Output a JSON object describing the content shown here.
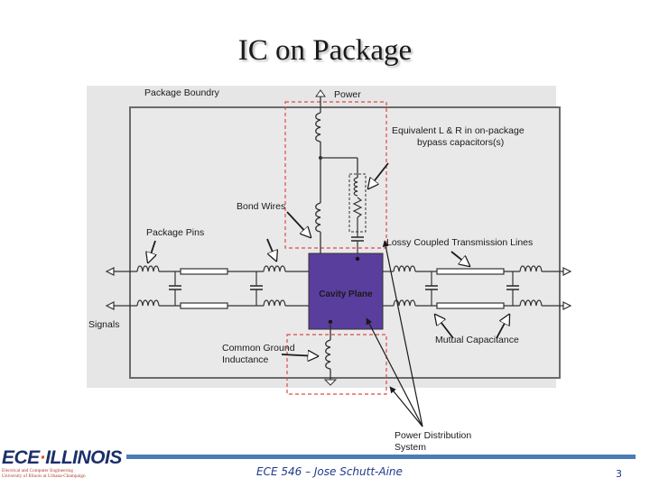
{
  "slide": {
    "title": "IC on Package",
    "footer": "ECE 546 – Jose Schutt-Aine",
    "page_number": "3"
  },
  "logo": {
    "brand_left": "ECE",
    "brand_right": "ILLINOIS",
    "line1": "Electrical and Computer Engineering",
    "line2": "University of Illinois at Urbana-Champaign"
  },
  "diagram": {
    "labels": {
      "package_boundary": "Package Boundry",
      "power": "Power",
      "equiv_lr_line1": "Equivalent L & R in on-package",
      "equiv_lr_line2": "bypass capacitors(s)",
      "bond_wires": "Bond Wires",
      "package_pins": "Package Pins",
      "lossy_lines": "Lossy Coupled Transmission Lines",
      "cavity_plane": "Cavity Plane",
      "signals": "Signals",
      "common_ground_line1": "Common Ground",
      "common_ground_line2": "Inductance",
      "mutual_capacitance": "Mutual Capacitance",
      "pds_line1": "Power Distribution",
      "pds_line2": "System"
    },
    "colors": {
      "cavity_fill": "#5a3e9e",
      "dashed_box": "#e04848",
      "background": "#e6e6e6",
      "arrow": "#1a1a1a"
    }
  }
}
